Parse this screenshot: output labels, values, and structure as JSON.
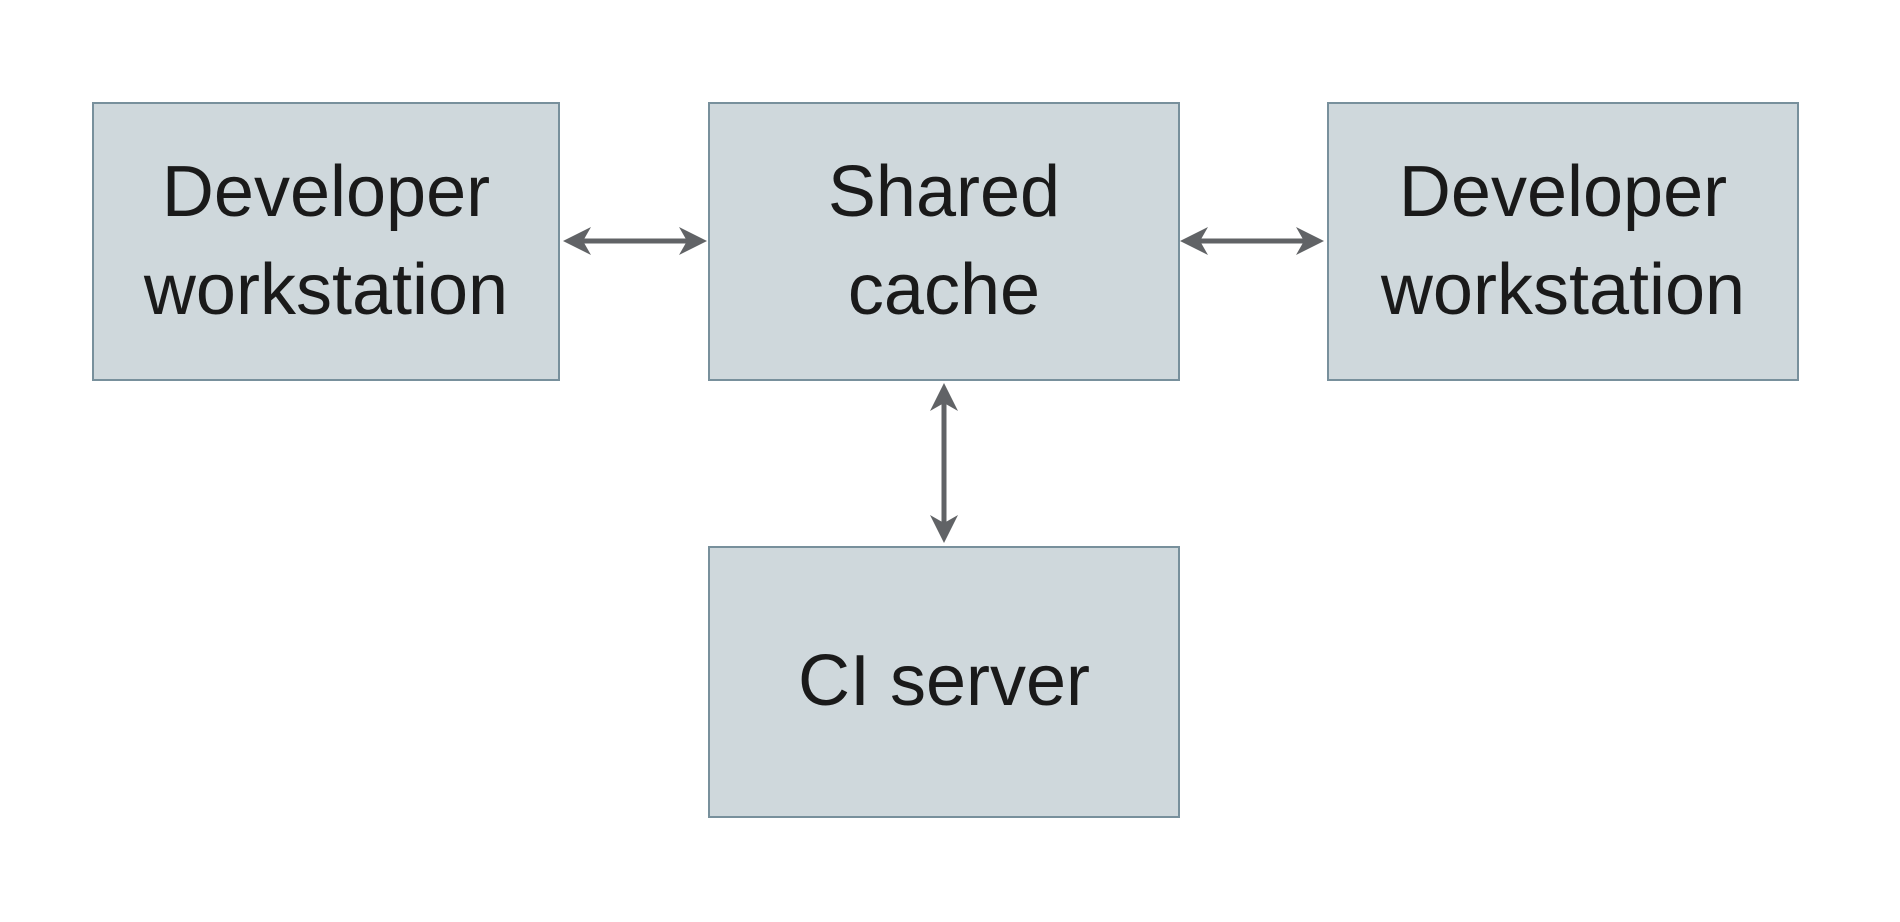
{
  "diagram": {
    "colors": {
      "background": "#ffffff",
      "node_fill": "#cfd8dc",
      "node_border": "#78909c",
      "text": "#1a1a1a",
      "arrow": "#616366"
    },
    "nodes": [
      {
        "id": "developer-workstation-left",
        "label": "Developer\nworkstation"
      },
      {
        "id": "shared-cache",
        "label": "Shared\ncache"
      },
      {
        "id": "developer-workstation-right",
        "label": "Developer\nworkstation"
      },
      {
        "id": "ci-server",
        "label": "CI server"
      }
    ],
    "edges": [
      {
        "from": "developer-workstation-left",
        "to": "shared-cache",
        "type": "bidirectional",
        "orientation": "horizontal"
      },
      {
        "from": "shared-cache",
        "to": "developer-workstation-right",
        "type": "bidirectional",
        "orientation": "horizontal"
      },
      {
        "from": "shared-cache",
        "to": "ci-server",
        "type": "bidirectional",
        "orientation": "vertical"
      }
    ]
  }
}
